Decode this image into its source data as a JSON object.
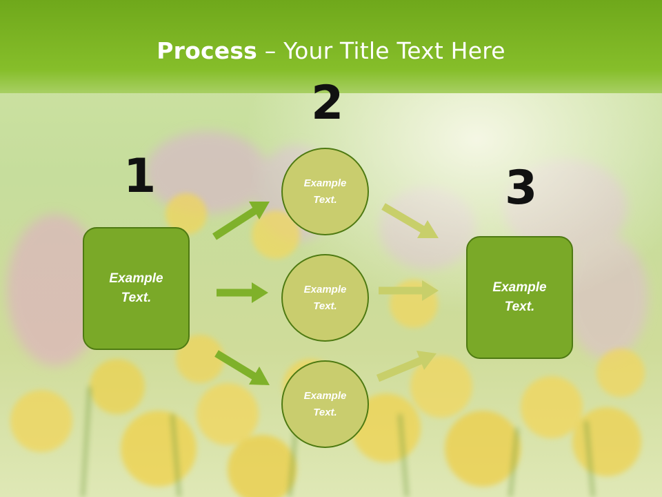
{
  "slide": {
    "title_bold": "Process",
    "title_rest": " – Your Title Text Here",
    "step_numbers": [
      "1",
      "2",
      "3"
    ],
    "left_box_text": [
      "Example",
      "Text."
    ],
    "right_box_text": [
      "Example",
      "Text."
    ],
    "circles": [
      {
        "line1": "Example",
        "line2": "Text."
      },
      {
        "line1": "Example",
        "line2": "Text."
      },
      {
        "line1": "Example",
        "line2": "Text."
      }
    ]
  },
  "colors": {
    "header_green": "#7ab51e",
    "box_green": "#7aa928",
    "circle_fill": "#c9cd6e",
    "outline_dark_green": "#4e7a12",
    "arrow_green": "#7fb12a",
    "arrow_olive": "#c8cf6a"
  }
}
